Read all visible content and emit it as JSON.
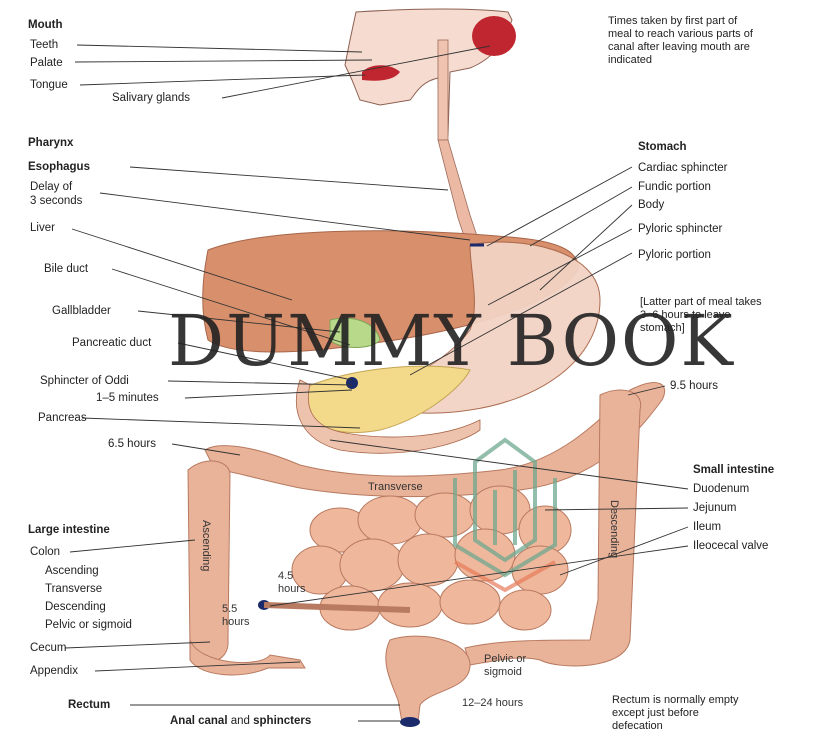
{
  "labels_left": {
    "mouth": "Mouth",
    "teeth": "Teeth",
    "palate": "Palate",
    "tongue": "Tongue",
    "salivary_glands": "Salivary glands",
    "pharynx": "Pharynx",
    "esophagus": "Esophagus",
    "delay": "Delay of\n3 seconds",
    "liver": "Liver",
    "bile_duct": "Bile duct",
    "gallbladder": "Gallbladder",
    "pancreatic_duct": "Pancreatic duct",
    "sphincter_oddi": "Sphincter of Oddi",
    "minutes": "1–5 minutes",
    "pancreas": "Pancreas",
    "hours_6_5": "6.5 hours",
    "large_intestine": "Large intestine",
    "colon": "Colon",
    "ascending": "Ascending",
    "transverse": "Transverse",
    "descending": "Descending",
    "pelvic_sigmoid": "Pelvic or sigmoid",
    "cecum": "Cecum",
    "appendix": "Appendix",
    "rectum": "Rectum",
    "anal_canal": "Anal canal",
    "and_word": "and",
    "sphincters": "sphincters"
  },
  "labels_right": {
    "times_note": "Times taken by first part of meal to reach various parts of canal after leaving mouth are indicated",
    "stomach": "Stomach",
    "cardiac_sphincter": "Cardiac sphincter",
    "fundic_portion": "Fundic portion",
    "body": "Body",
    "pyloric_sphincter": "Pyloric sphincter",
    "pyloric_portion": "Pyloric portion",
    "latter_note": "[Latter part of meal takes 3–6 hours to leave stomach]",
    "hours_9_5": "9.5 hours",
    "small_intestine": "Small intestine",
    "duodenum": "Duodenum",
    "jejunum": "Jejunum",
    "ileum": "Ileum",
    "ileocecal_valve": "Ileocecal valve",
    "rectum_note": "Rectum is normally empty except just before defecation"
  },
  "organ_labels": {
    "transverse": "Transverse",
    "ascending": "Ascending",
    "descending": "Descending",
    "hours_4_5": "4.5\nhours",
    "hours_5_5": "5.5\nhours",
    "pelvic_sigmoid": "Pelvic or\nsigmoid",
    "hours_12_24": "12–24 hours"
  },
  "watermark": "DUMMY BOOK",
  "colors": {
    "organ": "#e9b39a",
    "organ_dark": "#c98566",
    "liver": "#d78f6c",
    "gallbladder": "#b9d98a",
    "pancreas": "#f3d98a",
    "red": "#c0262f",
    "sphincter": "#1b2a6b",
    "line": "#333333",
    "logo": "#6fa98f"
  }
}
